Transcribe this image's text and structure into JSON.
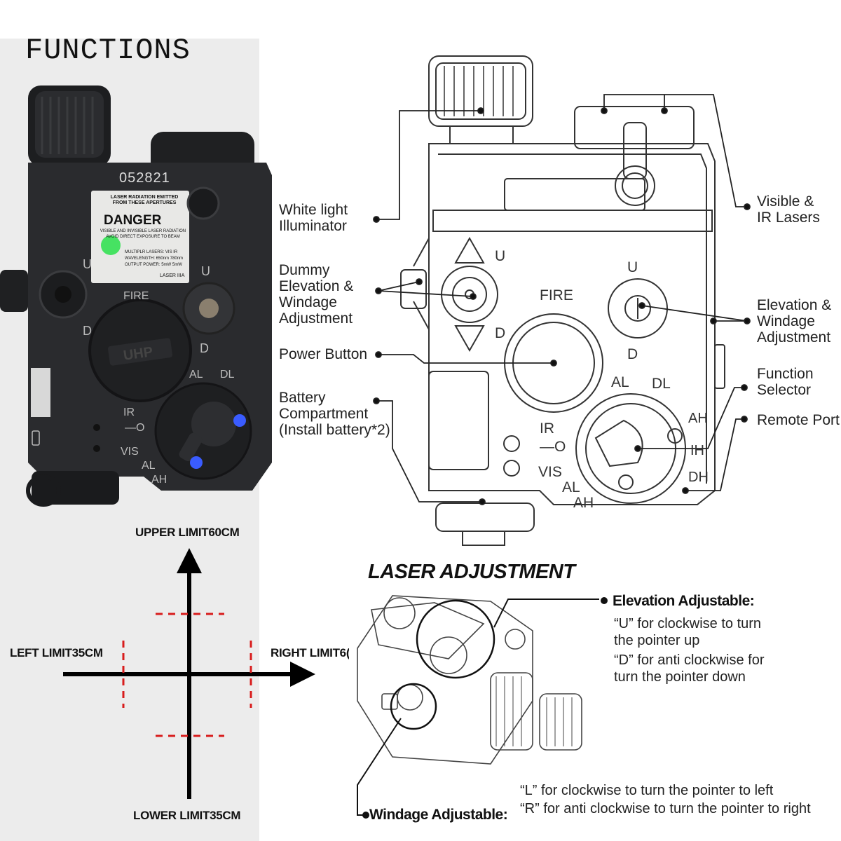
{
  "page": {
    "title": "FUNCTIONS"
  },
  "photo": {
    "serial": "052821",
    "warning_top": "LASER RADIATION EMITTED FROM THESE APERTURES",
    "danger": "DANGER",
    "warning_mid": "VISIBLE AND INVISIBLE LASER RADIATION AVOID DIRECT EXPOSURE TO BEAM",
    "specs": [
      "MULTIPLR LASERS: VIS IR",
      "WAVELENGTH: 650nm 780nm",
      "OUTPUT POWER: 5mW 5mW"
    ],
    "laser_class": "LASER IIIA",
    "button_text": "UHP",
    "marks": {
      "u": "U",
      "d": "D",
      "fire": "FIRE",
      "al": "AL",
      "dl": "DL",
      "ir": "IR",
      "o": "—O",
      "vis": "VIS",
      "ah": "AH"
    }
  },
  "callouts": {
    "white_light": "White light\nIlluminator",
    "dummy": "Dummy\nElevation &\nWindage\nAdjustment",
    "power": "Power Button",
    "battery": "Battery\nCompartment\n(Install battery*2)",
    "visible_ir": "Visible &\nIR Lasers",
    "elev_windage": "Elevation &\nWindage\nAdjustment",
    "function_selector": "Function\nSelector",
    "remote_port": "Remote Port"
  },
  "diagram_marks": {
    "u": "U",
    "d": "D",
    "fire": "FIRE",
    "al": "AL",
    "dl": "DL",
    "ir": "IR",
    "o": "—O",
    "vis": "VIS",
    "ah": "AH",
    "ih": "IH",
    "dh": "DH"
  },
  "limits": {
    "upper": "UPPER LIMIT60CM",
    "lower": "LOWER LIMIT35CM",
    "left": "LEFT LIMIT35CM",
    "right": "RIGHT LIMIT6("
  },
  "laser_adjustment": {
    "title": "LASER ADJUSTMENT",
    "elevation_head": "Elevation Adjustable:",
    "elevation_lines": [
      "“U” for clockwise to turn",
      "the pointer up",
      "“D” for anti clockwise for",
      "turn the pointer down"
    ],
    "windage_head": "Windage Adjustable:",
    "windage_lines": [
      "“L” for clockwise to turn the pointer to left",
      "“R” for anti clockwise to turn the pointer to right"
    ]
  },
  "colors": {
    "device": "#2a2b2e",
    "device_edge": "#1a1b1d",
    "label_plate": "#e8e8e6",
    "laser_green": "#29e04a",
    "screw_blue": "#3a5cff",
    "line": "#222222",
    "target_red": "#d81c1c"
  }
}
